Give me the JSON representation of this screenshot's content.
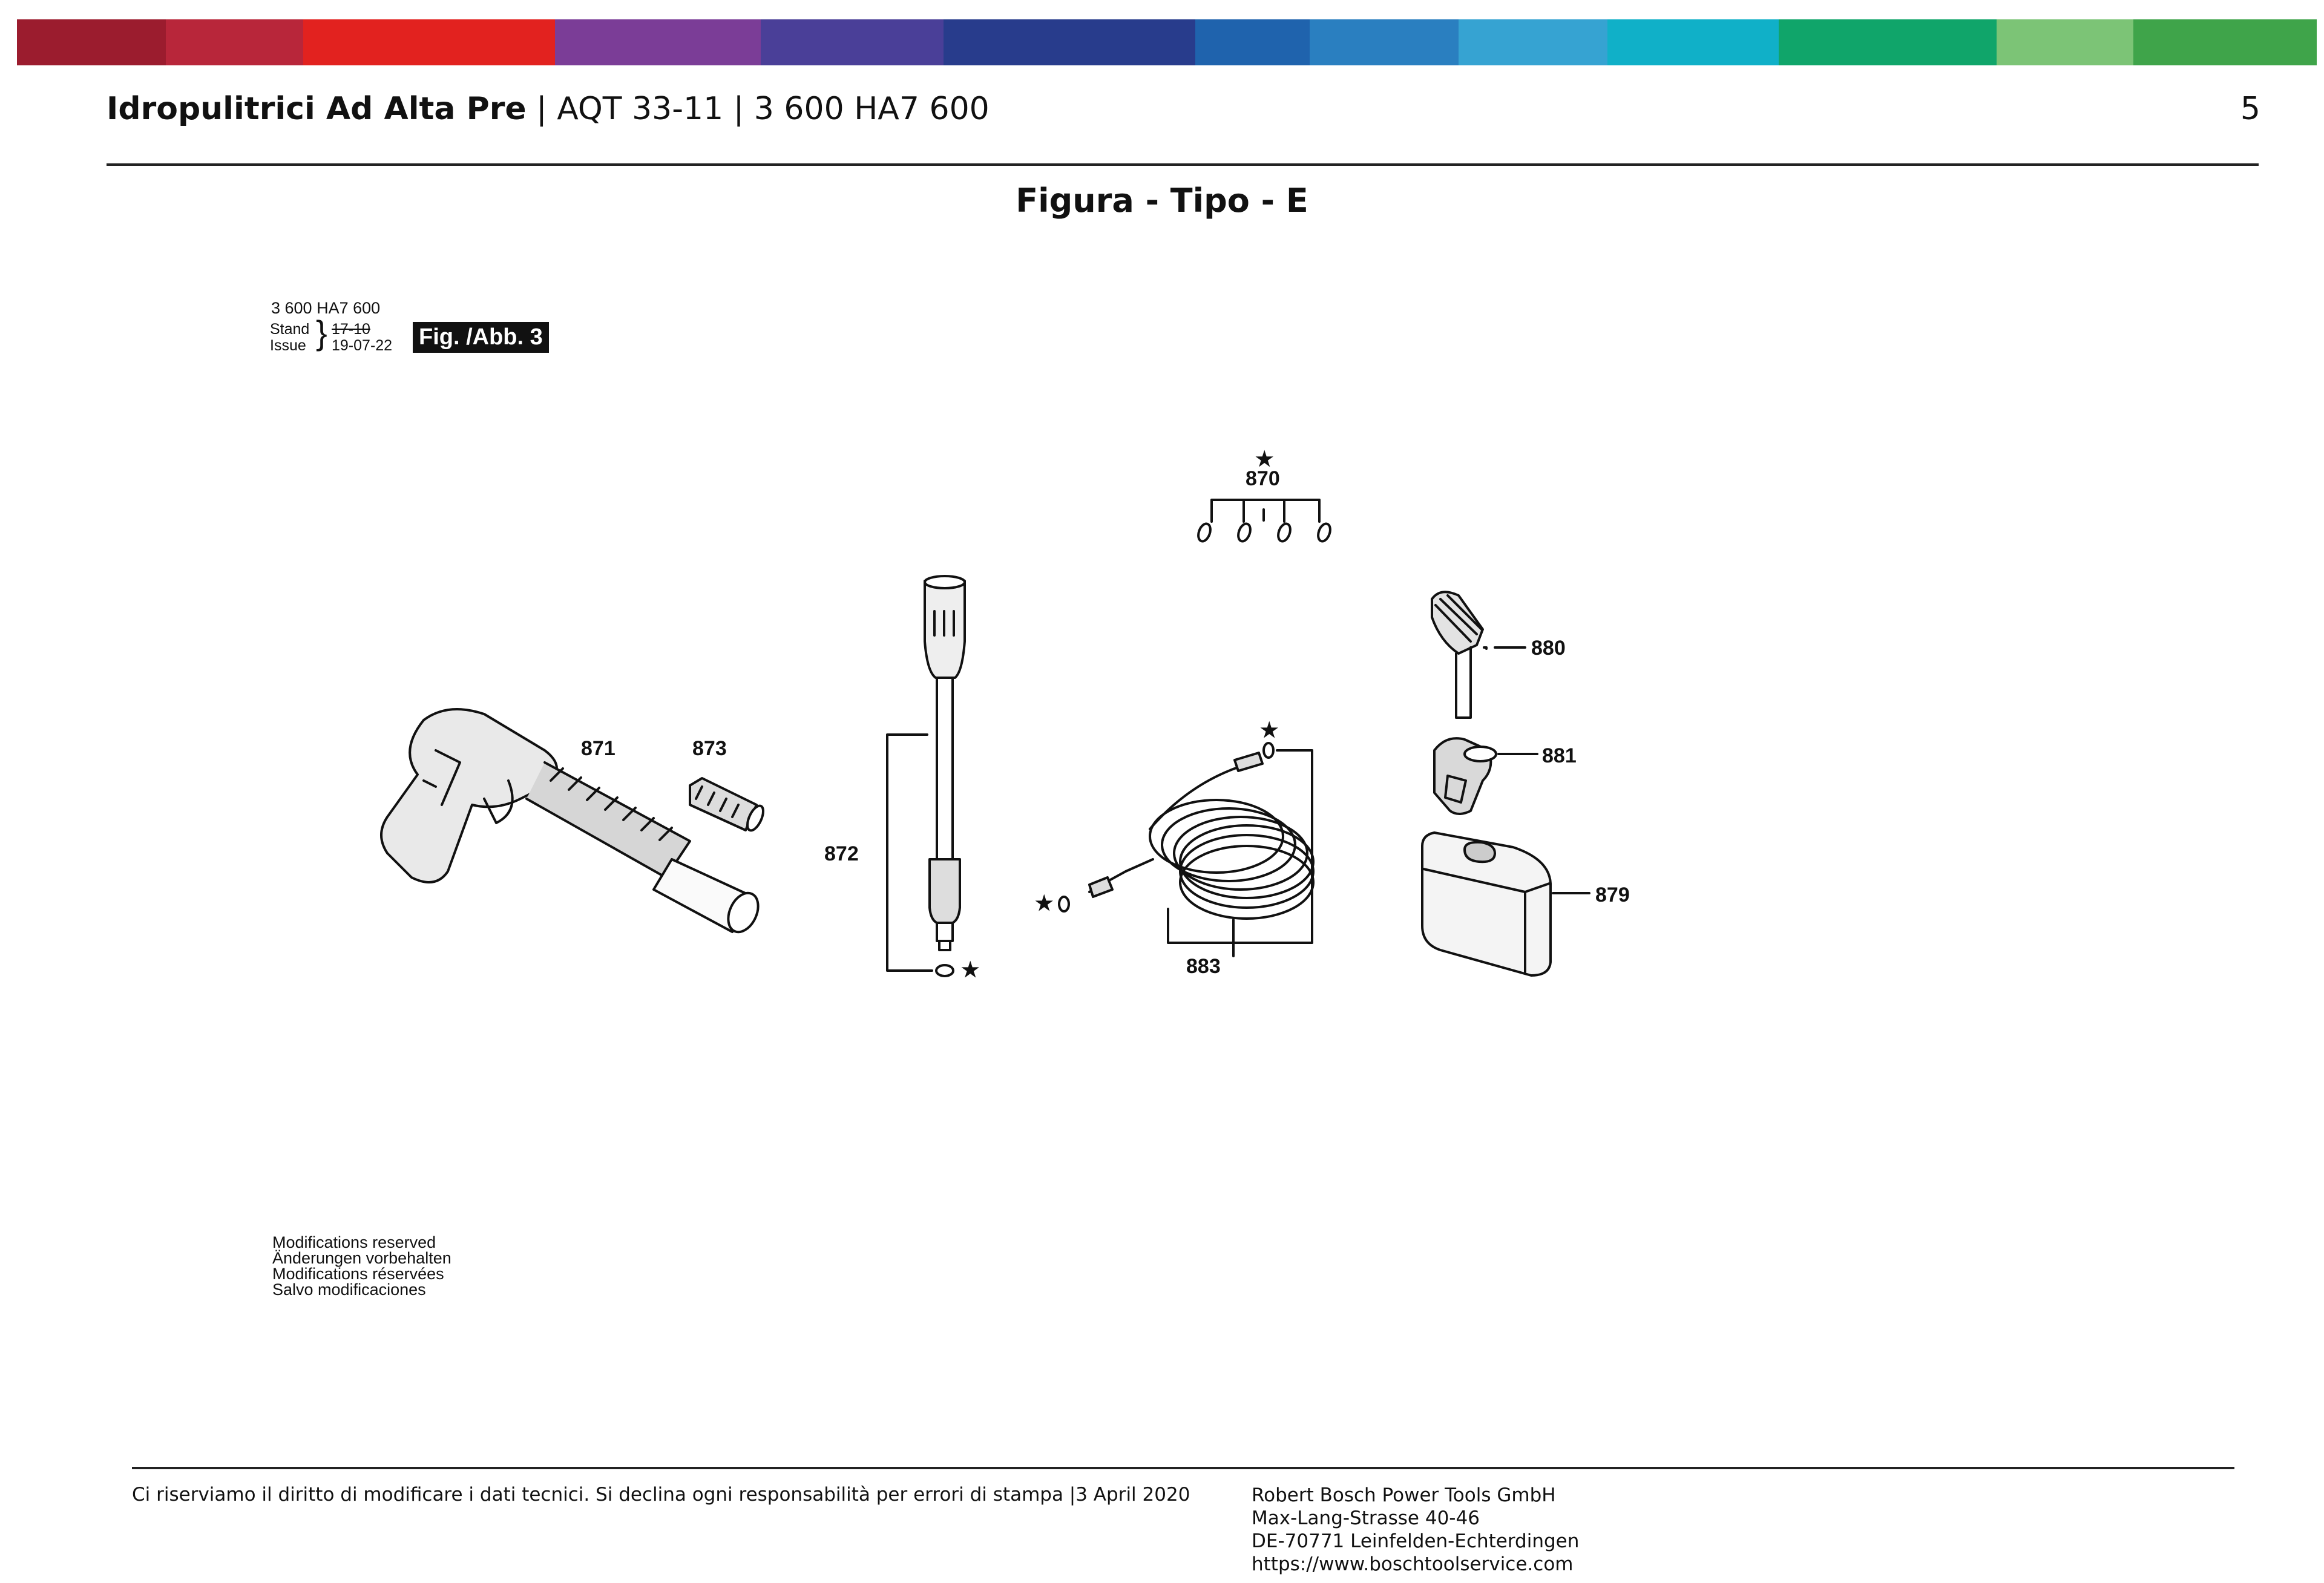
{
  "header": {
    "product_name": "Idropulitrici Ad Alta Pre",
    "model": "AQT 33-11",
    "part_number": "3 600 HA7 600",
    "separator": "|",
    "page_number": "5"
  },
  "brand_colors": [
    "#9b1c2e",
    "#b8263a",
    "#e2221f",
    "#7b3d97",
    "#4a3f98",
    "#283c8c",
    "#1f63ad",
    "#2a7fc0",
    "#36a3d2",
    "#10b0c8",
    "#10a56a",
    "#7cc476",
    "#3fa44a"
  ],
  "figure_title": "Figura - Tipo - E",
  "drawing_meta": {
    "part_number": "3 600 HA7 600",
    "stand_label": "Stand",
    "issue_label": "Issue",
    "old_date": "17-10",
    "issue_date": "19-07-22",
    "fig_badge": "Fig. /Abb. 3"
  },
  "parts": {
    "p870": "870",
    "p871": "871",
    "p872": "872",
    "p873": "873",
    "p879": "879",
    "p880": "880",
    "p881": "881",
    "p883": "883",
    "star": "★"
  },
  "modifications": [
    "Modifications reserved",
    "Änderungen vorbehalten",
    "Modifications réservées",
    "Salvo modificaciones"
  ],
  "footer": {
    "disclaimer": "Ci riserviamo il diritto di modificare i dati tecnici. Si declina ogni responsabilità per errori di stampa |3 April 2020",
    "company": "Robert Bosch Power Tools GmbH",
    "street": "Max-Lang-Strasse 40-46",
    "city": "DE-70771 Leinfelden-Echterdingen",
    "website": "https://www.boschtoolservice.com"
  }
}
